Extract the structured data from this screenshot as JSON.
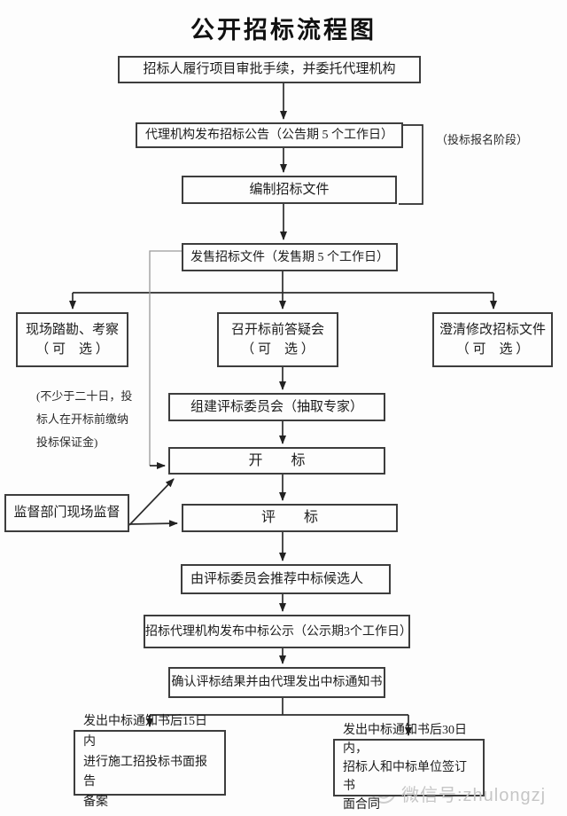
{
  "title": "公开招标流程图",
  "nodes": {
    "approval": "招标人履行项目审批手续，并委托代理机构",
    "announce": "代理机构发布招标公告（公告期 5 个工作日）",
    "prepare": "编制招标文件",
    "sell": "发售招标文件（发售期 5 个工作日）",
    "site_survey": {
      "line1": "现场踏勘、考察",
      "line2": "（ 可　选 ）"
    },
    "qa_meeting": {
      "line1": "召开标前答疑会",
      "line2": "（ 可　选 ）"
    },
    "clarify": {
      "line1": "澄清修改招标文件",
      "line2": "（ 可　选 ）"
    },
    "committee": "组建评标委员会（抽取专家）",
    "open_bid": "开　　标",
    "evaluate_bid": "评　　标",
    "recommend": "由评标委员会推荐中标候选人",
    "publicity": "招标代理机构发布中标公示（公示期3个工作日）",
    "confirm": "确认评标结果并由代理发出中标通知书",
    "supervise": "监督部门现场监督",
    "filing": {
      "line1": "发出中标通知书后15日内",
      "line2": "进行施工招投标书面报告",
      "line3": "备案"
    },
    "contract": {
      "line1": "发出中标通知书后30日内，",
      "line2": "招标人和中标单位签订书",
      "line3": "面合同"
    }
  },
  "annotations": {
    "phase_note": "（投标报名阶段）",
    "deposit_note": {
      "line1": "(不少于二十日，投",
      "line2": "标人在开标前缴纳",
      "line3": "投标保证金)"
    }
  },
  "watermark": {
    "text": "微信号:zhulongzj",
    "color": "#c6c6c6"
  },
  "colors": {
    "line": "#2c2c2c",
    "faint_line": "#9a9a9a",
    "border": "#3d3d3d"
  }
}
